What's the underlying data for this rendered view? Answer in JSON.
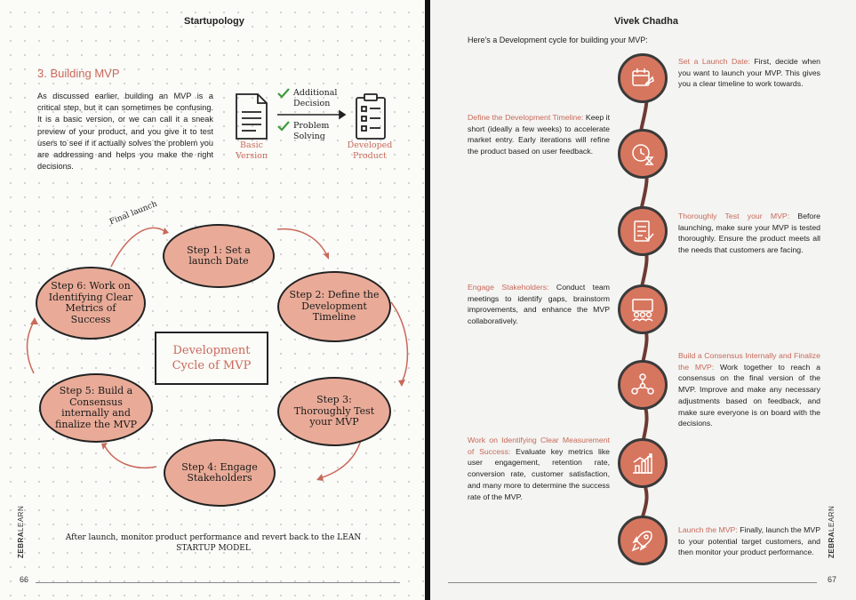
{
  "left_page": {
    "header": "Startupology",
    "section_title": "3. Building MVP",
    "intro": "As discussed earlier, building an MVP is a critical step, but it can sometimes be confusing. It is a basic version, or we can call it a sneak preview of your product, and you give it to test users to see if it actually solves the problem you are addressing and helps you make the right decisions.",
    "diagram": {
      "basic_label": "Basic Version",
      "developed_label": "Developed Product",
      "checks": [
        "Additional Decision",
        "Problem Solving"
      ]
    },
    "cycle": {
      "center": "Development Cycle of MVP",
      "final_launch": "Final launch",
      "steps": [
        "Step 1: Set a launch Date",
        "Step 2: Define the Development Timeline",
        "Step 3: Thoroughly Test your MVP",
        "Step 4: Engage Stakeholders",
        "Step 5: Build a Consensus internally and finalize the MVP",
        "Step 6: Work on Identifying Clear Metrics of Success"
      ]
    },
    "footer_note": "After launch, monitor product performance and revert back to the LEAN STARTUP MODEL",
    "brand_bold": "ZEBRA",
    "brand_rest": "LEARN",
    "page_number": "66"
  },
  "right_page": {
    "header": "Vivek Chadha",
    "intro": "Here's a Development cycle for building your MVP:",
    "items": [
      {
        "title": "Set a Launch Date:",
        "text": " First, decide when you want to launch your MVP. This gives you a clear timeline to work towards.",
        "icon": "rocket-calendar-icon"
      },
      {
        "title": "Define the Development Timeline:",
        "text": " Keep it short (ideally a few weeks) to accelerate market entry. Early iterations will refine the product based on user feedback.",
        "icon": "clock-hourglass-icon"
      },
      {
        "title": "Thoroughly Test your MVP:",
        "text": " Before launching, make sure your MVP is tested thoroughly. Ensure the product meets all the needs that customers are facing.",
        "icon": "test-document-icon"
      },
      {
        "title": "Engage Stakeholders:",
        "text": " Conduct team meetings to identify gaps, brainstorm improvements, and enhance the MVP collaboratively.",
        "icon": "team-meeting-icon"
      },
      {
        "title": "Build a Consensus Internally and Finalize the MVP:",
        "text": " Work together to reach a consensus on the final version of the MVP. Improve and make any necessary adjustments based on feedback, and make sure everyone is on board with the decisions.",
        "icon": "consensus-network-icon"
      },
      {
        "title": "Work on Identifying Clear Measurement of Success:",
        "text": " Evaluate key metrics like user engagement, retention rate, conversion rate, customer satisfaction, and many more to determine the success rate of the MVP.",
        "icon": "growth-chart-icon"
      },
      {
        "title": "Launch the MVP:",
        "text": " Finally, launch the MVP to your potential target customers, and then monitor your product performance.",
        "icon": "rocket-launch-icon"
      }
    ],
    "brand_bold": "ZEBRA",
    "brand_rest": "LEARN",
    "page_number": "67"
  }
}
